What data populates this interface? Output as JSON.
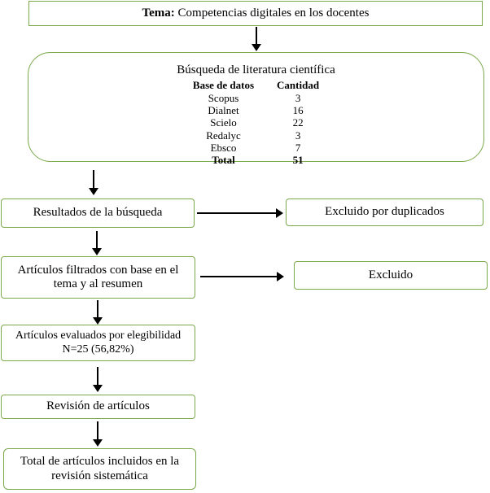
{
  "tema": {
    "label": "Tema:",
    "text": "Competencias digitales en los docentes"
  },
  "busqueda": {
    "title": "Búsqueda de literatura científica",
    "headers": [
      "Base de datos",
      "Cantidad"
    ],
    "rows": [
      {
        "db": "Scopus",
        "count": "3"
      },
      {
        "db": "Dialnet",
        "count": "16"
      },
      {
        "db": "Scielo",
        "count": "22"
      },
      {
        "db": "Redalyc",
        "count": "3"
      },
      {
        "db": "Ebsco",
        "count": "7"
      }
    ],
    "total": {
      "db": "Total",
      "count": "51"
    }
  },
  "resultados": "Resultados de la búsqueda",
  "excluido_duplicados": "Excluido por duplicados",
  "filtrados": "Artículos filtrados con base en el tema y al resumen",
  "excluido": "Excluido",
  "evaluados": {
    "line1": "Artículos evaluados por elegibilidad",
    "line2": "N=25 (56,82%)"
  },
  "revision": "Revisión de artículos",
  "incluidos": "Total de artículos incluidos en la revisión sistemática"
}
